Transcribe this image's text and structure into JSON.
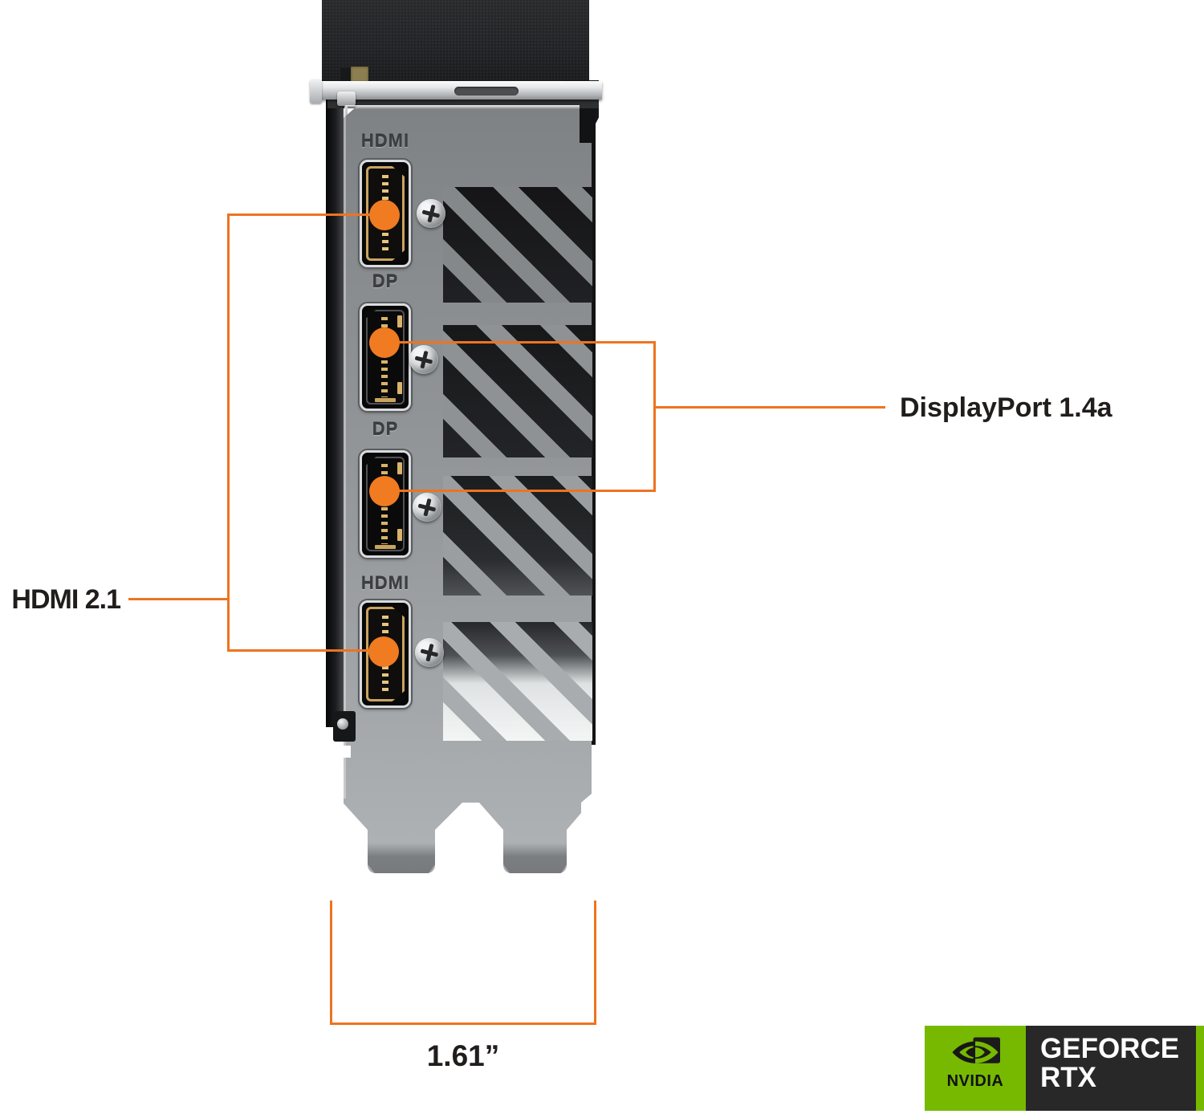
{
  "accent_color": "#ED7420",
  "ports": [
    {
      "label": "HDMI"
    },
    {
      "label": "DP"
    },
    {
      "label": "DP"
    },
    {
      "label": "HDMI"
    }
  ],
  "callouts": {
    "hdmi_label": "HDMI 2.1",
    "displayport_label": "DisplayPort 1.4a"
  },
  "dimension_label": "1.61”",
  "badge": {
    "green": "#76B900",
    "brand": "NVIDIA",
    "series_line1": "GEFORCE",
    "series_line2": "RTX"
  }
}
